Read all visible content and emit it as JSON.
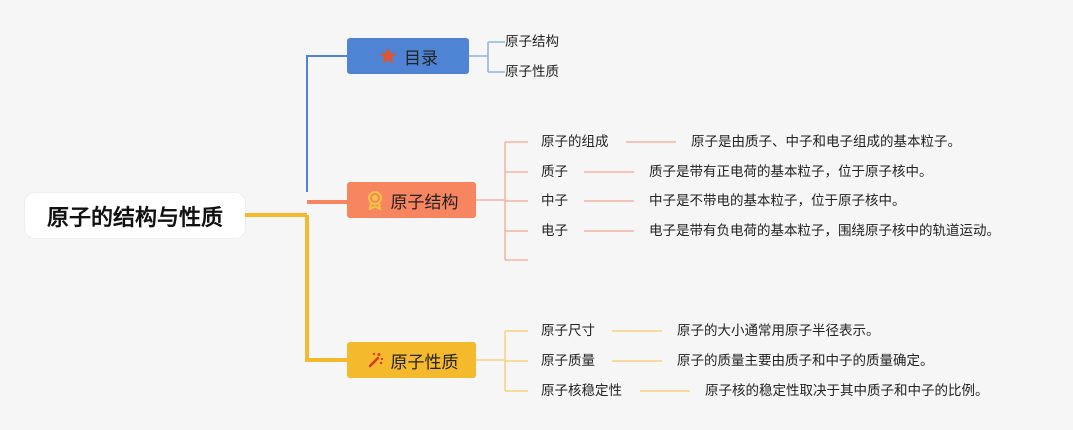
{
  "root": {
    "label": "原子的结构与性质"
  },
  "branches": [
    {
      "label": "目录",
      "icon": "star-icon",
      "color": "#4e84d3",
      "items": [
        {
          "label": "原子结构"
        },
        {
          "label": "原子性质"
        }
      ]
    },
    {
      "label": "原子结构",
      "icon": "award-icon",
      "color": "#f7855f",
      "items": [
        {
          "label": "原子的组成",
          "detail": "原子是由质子、中子和电子组成的基本粒子。"
        },
        {
          "label": "质子",
          "detail": "质子是带有正电荷的基本粒子，位于原子核中。"
        },
        {
          "label": "中子",
          "detail": "中子是不带电的基本粒子，位于原子核中。"
        },
        {
          "label": "电子",
          "detail": "电子是带有负电荷的基本粒子，围绕原子核中的轨道运动。"
        },
        {
          "label": "",
          "detail": ""
        }
      ]
    },
    {
      "label": "原子性质",
      "icon": "wand-icon",
      "color": "#f4b92d",
      "items": [
        {
          "label": "原子尺寸",
          "detail": "原子的大小通常用原子半径表示。"
        },
        {
          "label": "原子质量",
          "detail": "原子的质量主要由质子和中子的质量确定。"
        },
        {
          "label": "原子核稳定性",
          "detail": "原子核的稳定性取决于其中质子和中子的比例。"
        }
      ]
    }
  ]
}
